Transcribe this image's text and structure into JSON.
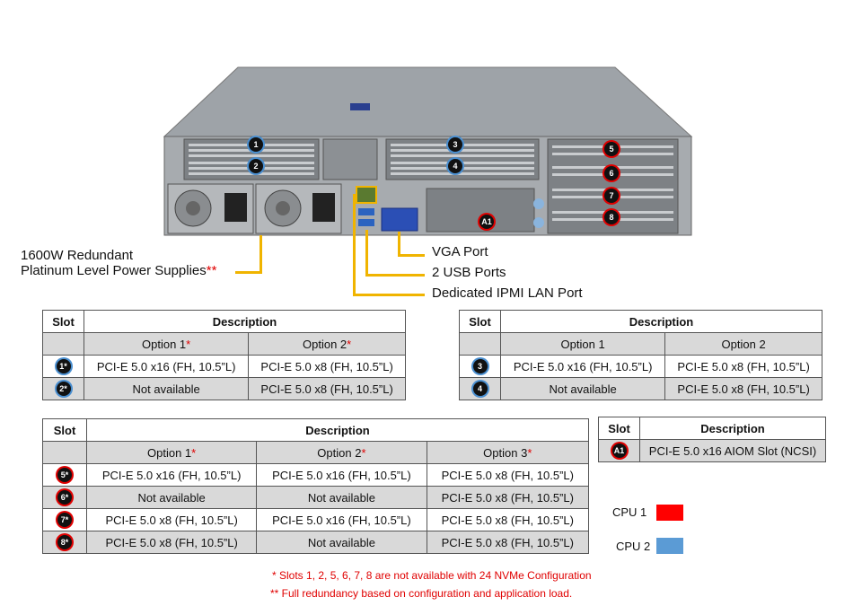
{
  "callouts": {
    "psu_line1": "1600W Redundant",
    "psu_line2": "Platinum Level Power Supplies",
    "psu_mark": "**",
    "vga": "VGA Port",
    "usb": "2 USB Ports",
    "ipmi": "Dedicated IPMI  LAN Port"
  },
  "server_badges": [
    "1",
    "2",
    "3",
    "4",
    "5",
    "6",
    "7",
    "8",
    "A1"
  ],
  "table1": {
    "headers": [
      "Slot",
      "Description"
    ],
    "options": [
      "Option 1",
      "Option 2"
    ],
    "option_marks": [
      "*",
      "*"
    ],
    "rows": [
      {
        "slot": "1*",
        "cells": [
          "PCI-E 5.0 x16 (FH, 10.5”L)",
          "PCI-E 5.0 x8 (FH, 10.5”L)"
        ]
      },
      {
        "slot": "2*",
        "cells": [
          "Not available",
          "PCI-E 5.0 x8 (FH, 10.5”L)"
        ]
      }
    ]
  },
  "table2": {
    "headers": [
      "Slot",
      "Description"
    ],
    "options": [
      "Option 1",
      "Option 2"
    ],
    "rows": [
      {
        "slot": "3",
        "cells": [
          "PCI-E 5.0 x16 (FH, 10.5”L)",
          "PCI-E 5.0 x8 (FH, 10.5”L)"
        ]
      },
      {
        "slot": "4",
        "cells": [
          "Not available",
          "PCI-E 5.0 x8 (FH, 10.5”L)"
        ]
      }
    ]
  },
  "table3": {
    "headers": [
      "Slot",
      "Description"
    ],
    "options": [
      "Option 1",
      "Option 2",
      "Option 3"
    ],
    "option_marks": [
      "*",
      "*",
      "*"
    ],
    "rows": [
      {
        "slot": "5*",
        "cells": [
          "PCI-E 5.0 x16 (FH, 10.5”L)",
          "PCI-E 5.0 x16 (FH, 10.5”L)",
          "PCI-E 5.0 x8 (FH, 10.5”L)"
        ]
      },
      {
        "slot": "6*",
        "cells": [
          "Not available",
          "Not available",
          "PCI-E 5.0 x8 (FH, 10.5”L)"
        ]
      },
      {
        "slot": "7*",
        "cells": [
          "PCI-E 5.0 x8 (FH, 10.5”L)",
          "PCI-E 5.0 x16 (FH, 10.5”L)",
          "PCI-E 5.0 x8 (FH, 10.5”L)"
        ]
      },
      {
        "slot": "8*",
        "cells": [
          "PCI-E 5.0 x8 (FH, 10.5”L)",
          "Not available",
          "PCI-E 5.0 x8 (FH, 10.5”L)"
        ]
      }
    ]
  },
  "table4": {
    "headers": [
      "Slot",
      "Description"
    ],
    "rows": [
      {
        "slot": "A1",
        "cells": [
          "PCI-E 5.0 x16 AIOM Slot (NCSI)"
        ]
      }
    ]
  },
  "legend": [
    {
      "label": "CPU 1",
      "color": "#ff0000"
    },
    {
      "label": "CPU 2",
      "color": "#5b9bd5"
    }
  ],
  "notes": [
    "* Slots 1, 2, 5, 6, 7, 8 are not available  with 24 NVMe Configuration",
    "**  Full redundancy  based on configuration and application load."
  ]
}
